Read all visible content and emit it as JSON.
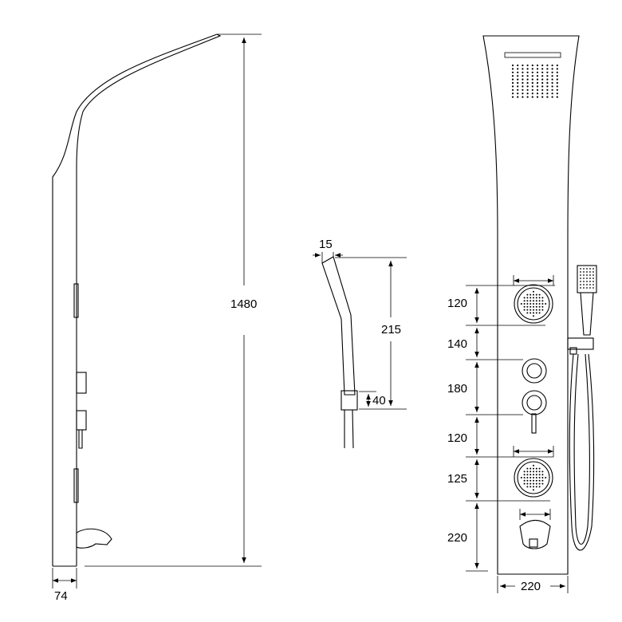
{
  "side_view": {
    "height_label": "1480",
    "depth_label": "74"
  },
  "handshower_view": {
    "thickness_label": "15",
    "length_label": "215",
    "holder_label": "40"
  },
  "front_view": {
    "dimensions": [
      "120",
      "140",
      "180",
      "120",
      "125",
      "220"
    ],
    "width_label": "220"
  }
}
